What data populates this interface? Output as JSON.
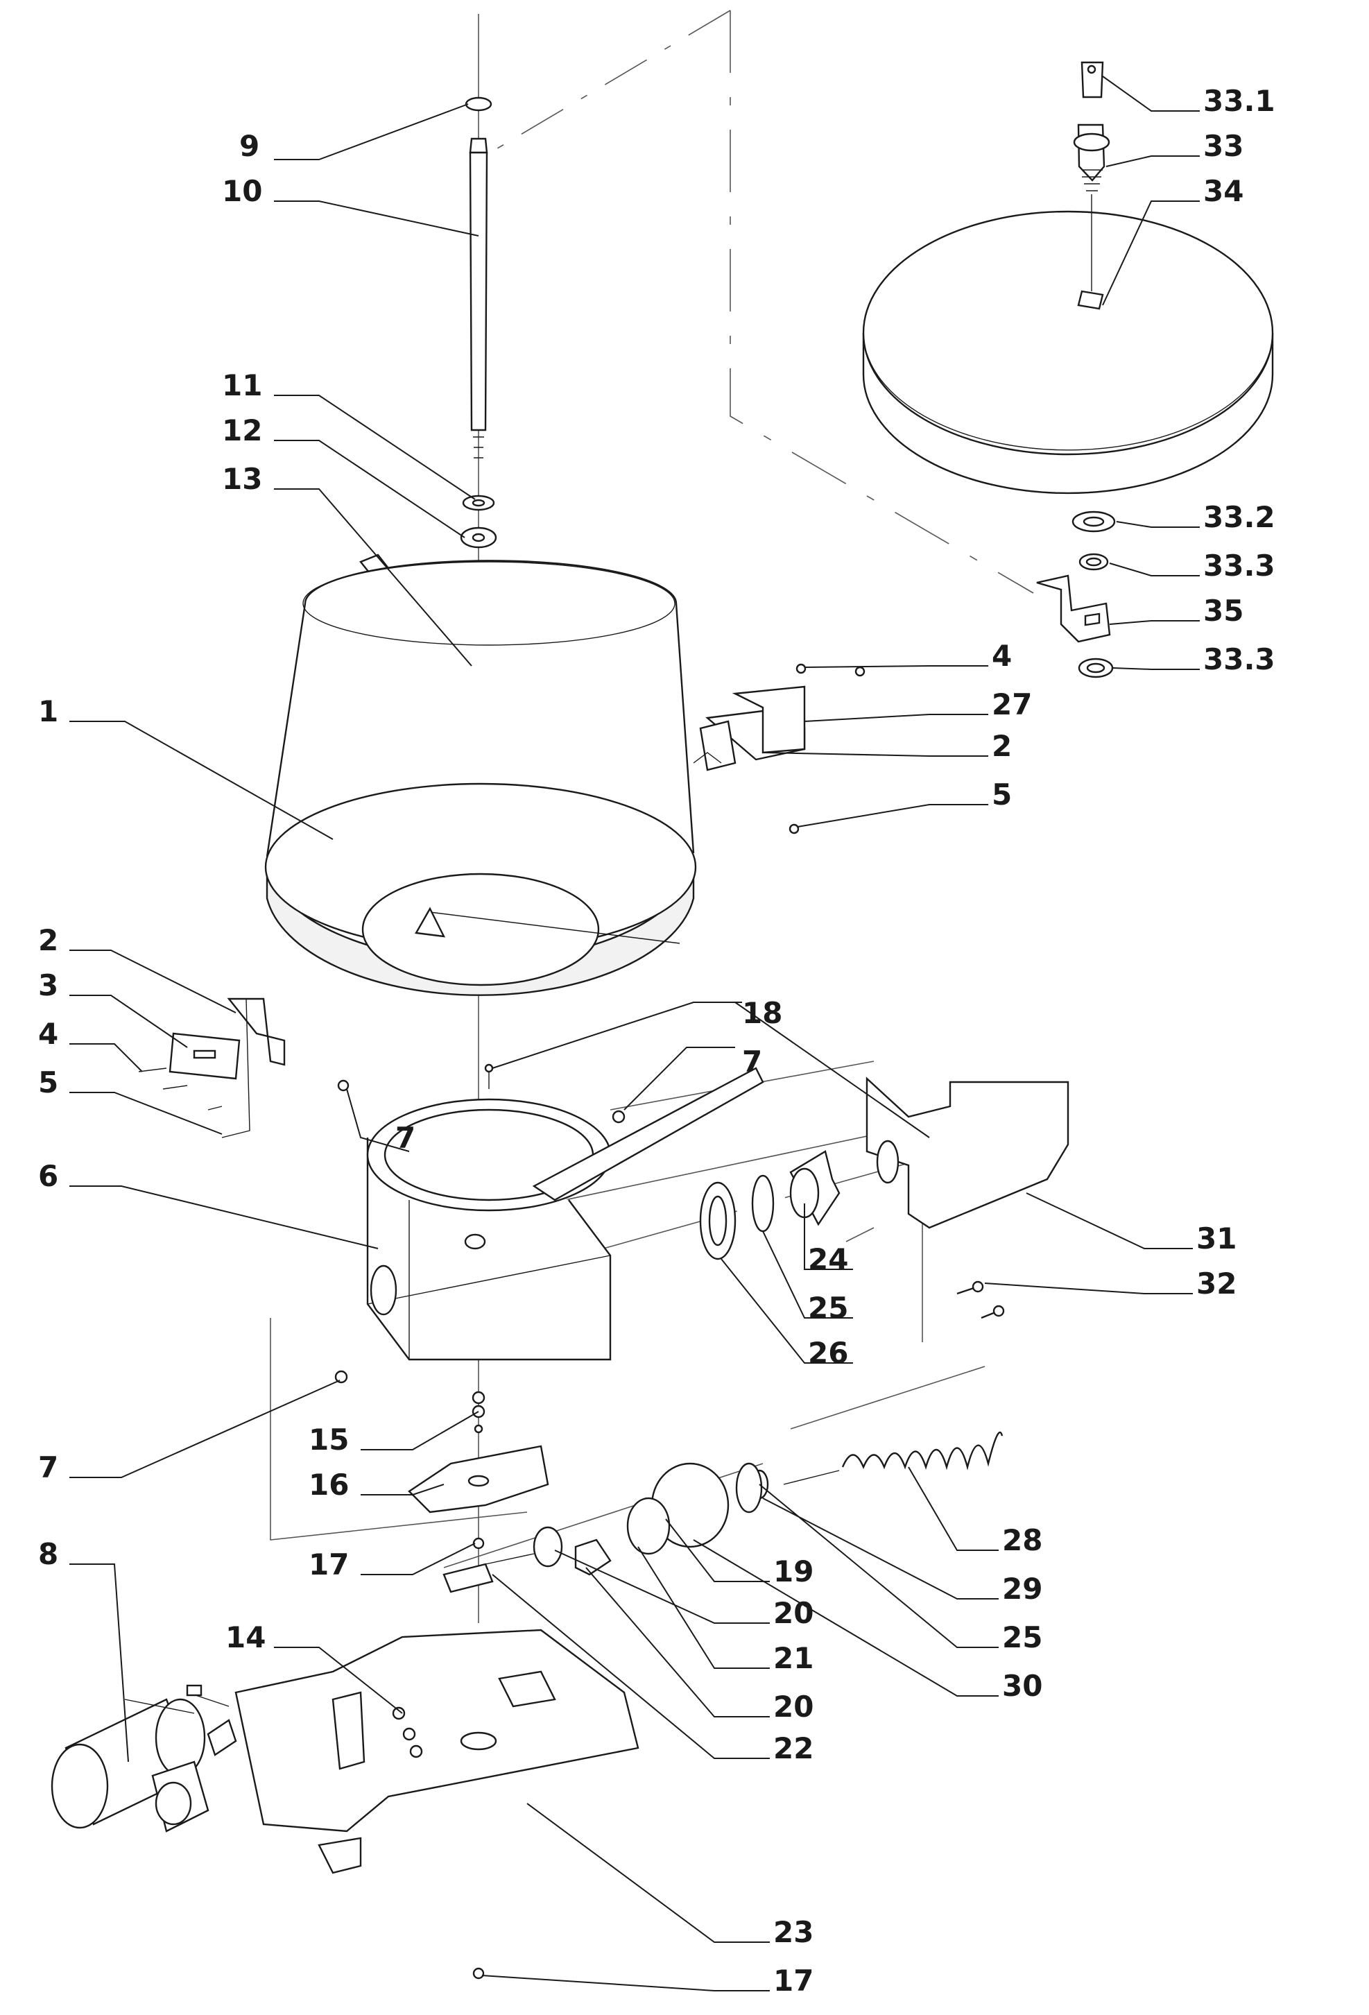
{
  "diagram": {
    "callouts": [
      {
        "id": "c-9",
        "label": "9"
      },
      {
        "id": "c-10",
        "label": "10"
      },
      {
        "id": "c-11",
        "label": "11"
      },
      {
        "id": "c-12",
        "label": "12"
      },
      {
        "id": "c-13",
        "label": "13"
      },
      {
        "id": "c-1",
        "label": "1"
      },
      {
        "id": "c-2l",
        "label": "2"
      },
      {
        "id": "c-3",
        "label": "3"
      },
      {
        "id": "c-4l",
        "label": "4"
      },
      {
        "id": "c-5l",
        "label": "5"
      },
      {
        "id": "c-6",
        "label": "6"
      },
      {
        "id": "c-7l",
        "label": "7"
      },
      {
        "id": "c-7c",
        "label": "7"
      },
      {
        "id": "c-7r",
        "label": "7"
      },
      {
        "id": "c-8",
        "label": "8"
      },
      {
        "id": "c-14",
        "label": "14"
      },
      {
        "id": "c-15",
        "label": "15"
      },
      {
        "id": "c-16",
        "label": "16"
      },
      {
        "id": "c-17a",
        "label": "17"
      },
      {
        "id": "c-17b",
        "label": "17"
      },
      {
        "id": "c-18",
        "label": "18"
      },
      {
        "id": "c-33-1",
        "label": "33.1"
      },
      {
        "id": "c-33",
        "label": "33"
      },
      {
        "id": "c-34",
        "label": "34"
      },
      {
        "id": "c-33-2",
        "label": "33.2"
      },
      {
        "id": "c-33-3a",
        "label": "33.3"
      },
      {
        "id": "c-35",
        "label": "35"
      },
      {
        "id": "c-33-3b",
        "label": "33.3"
      },
      {
        "id": "c-4r",
        "label": "4"
      },
      {
        "id": "c-27",
        "label": "27"
      },
      {
        "id": "c-2r",
        "label": "2"
      },
      {
        "id": "c-5r",
        "label": "5"
      },
      {
        "id": "c-24",
        "label": "24"
      },
      {
        "id": "c-25a",
        "label": "25"
      },
      {
        "id": "c-26",
        "label": "26"
      },
      {
        "id": "c-31",
        "label": "31"
      },
      {
        "id": "c-32",
        "label": "32"
      },
      {
        "id": "c-28",
        "label": "28"
      },
      {
        "id": "c-29",
        "label": "29"
      },
      {
        "id": "c-25b",
        "label": "25"
      },
      {
        "id": "c-30",
        "label": "30"
      },
      {
        "id": "c-19",
        "label": "19"
      },
      {
        "id": "c-20a",
        "label": "20"
      },
      {
        "id": "c-21",
        "label": "21"
      },
      {
        "id": "c-20b",
        "label": "20"
      },
      {
        "id": "c-22",
        "label": "22"
      },
      {
        "id": "c-23",
        "label": "23"
      }
    ]
  }
}
